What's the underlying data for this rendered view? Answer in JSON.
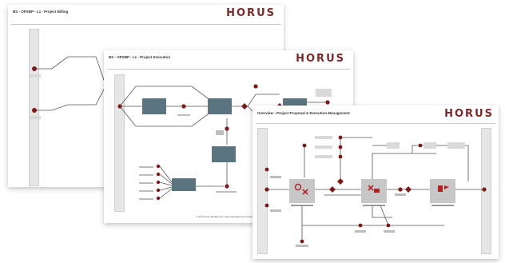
{
  "pages": [
    {
      "title": "BS - OPSBP - L1 - Project Billing",
      "logo": "HORUS"
    },
    {
      "title": "BS - OPSBP - L1 - Project Execution",
      "logo": "HORUS",
      "footer": "© All Process Models Are Under Management Contract"
    },
    {
      "title": "Overview - Project Proposal & Execution Management",
      "logo": "HORUS"
    }
  ],
  "colors": {
    "node": "#7a1a1a",
    "box": "#5b7580",
    "box_light": "#c7c7c7",
    "icon_red": "#b22222",
    "line": "#555555",
    "lane": "#e6e6e6"
  }
}
